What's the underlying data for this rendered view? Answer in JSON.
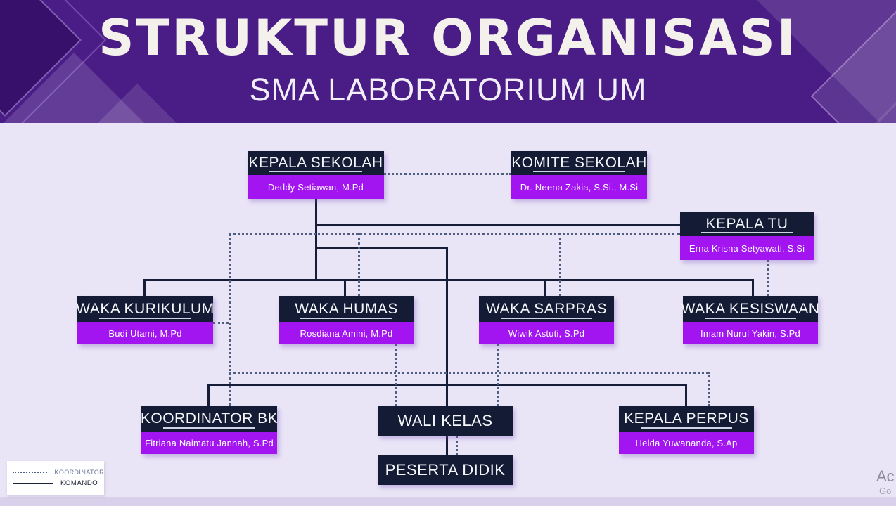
{
  "header": {
    "title": "STRUKTUR ORGANISASI",
    "subtitle": "SMA LABORATORIUM UM"
  },
  "boxes": [
    {
      "id": "kepala-sekolah",
      "title": "KEPALA SEKOLAH",
      "name": "Deddy Setiawan, M.Pd"
    },
    {
      "id": "komite-sekolah",
      "title": "KOMITE SEKOLAH",
      "name": "Dr. Neena Zakia, S.Si., M.Si"
    },
    {
      "id": "kepala-tu",
      "title": "KEPALA TU",
      "name": "Erna Krisna Setyawati, S.Si"
    },
    {
      "id": "waka-kurikulum",
      "title": "WAKA KURIKULUM",
      "name": "Budi Utami, M.Pd"
    },
    {
      "id": "waka-humas",
      "title": "WAKA HUMAS",
      "name": "Rosdiana Amini, M.Pd"
    },
    {
      "id": "waka-sarpras",
      "title": "WAKA SARPRAS",
      "name": "Wiwik Astuti, S.Pd"
    },
    {
      "id": "waka-kesiswaan",
      "title": "WAKA KESISWAAN",
      "name": "Imam Nurul Yakin, S.Pd"
    },
    {
      "id": "koordinator-bk",
      "title": "KOORDINATOR BK",
      "name": "Fitriana Naimatu Jannah, S.Pd"
    },
    {
      "id": "wali-kelas",
      "title": "WALI KELAS"
    },
    {
      "id": "kepala-perpus",
      "title": "KEPALA PERPUS",
      "name": "Helda Yuwananda, S.Ap"
    },
    {
      "id": "peserta-didik",
      "title": "PESERTA DIDIK"
    }
  ],
  "legend": {
    "koordinator": "KOORDINATOR",
    "komando": "KOMANDO"
  },
  "connections": {
    "komando": [
      [
        "KEPALA SEKOLAH",
        "KEPALA TU"
      ],
      [
        "KEPALA SEKOLAH",
        "WAKA KURIKULUM"
      ],
      [
        "KEPALA SEKOLAH",
        "WAKA HUMAS"
      ],
      [
        "KEPALA SEKOLAH",
        "WAKA SARPRAS"
      ],
      [
        "KEPALA SEKOLAH",
        "WAKA KESISWAAN"
      ],
      [
        "KEPALA SEKOLAH",
        "KOORDINATOR BK"
      ],
      [
        "KEPALA SEKOLAH",
        "WALI KELAS"
      ],
      [
        "KEPALA SEKOLAH",
        "KEPALA PERPUS"
      ],
      [
        "WALI KELAS",
        "PESERTA DIDIK"
      ]
    ],
    "koordinator": [
      [
        "KEPALA SEKOLAH",
        "KOMITE SEKOLAH"
      ],
      [
        "KEPALA TU",
        "WAKA KURIKULUM"
      ],
      [
        "KEPALA TU",
        "WAKA HUMAS"
      ],
      [
        "KEPALA TU",
        "WAKA SARPRAS"
      ],
      [
        "KEPALA TU",
        "WAKA KESISWAAN"
      ],
      [
        "KEPALA TU",
        "KOORDINATOR BK"
      ],
      [
        "KEPALA TU",
        "KEPALA PERPUS"
      ],
      [
        "WAKA HUMAS",
        "WALI KELAS"
      ],
      [
        "WAKA SARPRAS",
        "WALI KELAS"
      ],
      [
        "WALI KELAS",
        "PESERTA DIDIK"
      ]
    ]
  },
  "watermark": {
    "line1": "Ac",
    "line2": "Go"
  },
  "colors": {
    "header_background": "#4a1d86",
    "page_background": "#eae5f6",
    "box_header": "#141b34",
    "box_name_strip": "#a214f0",
    "komando_line": "#161d36",
    "koordinator_line": "#4e5d80"
  }
}
